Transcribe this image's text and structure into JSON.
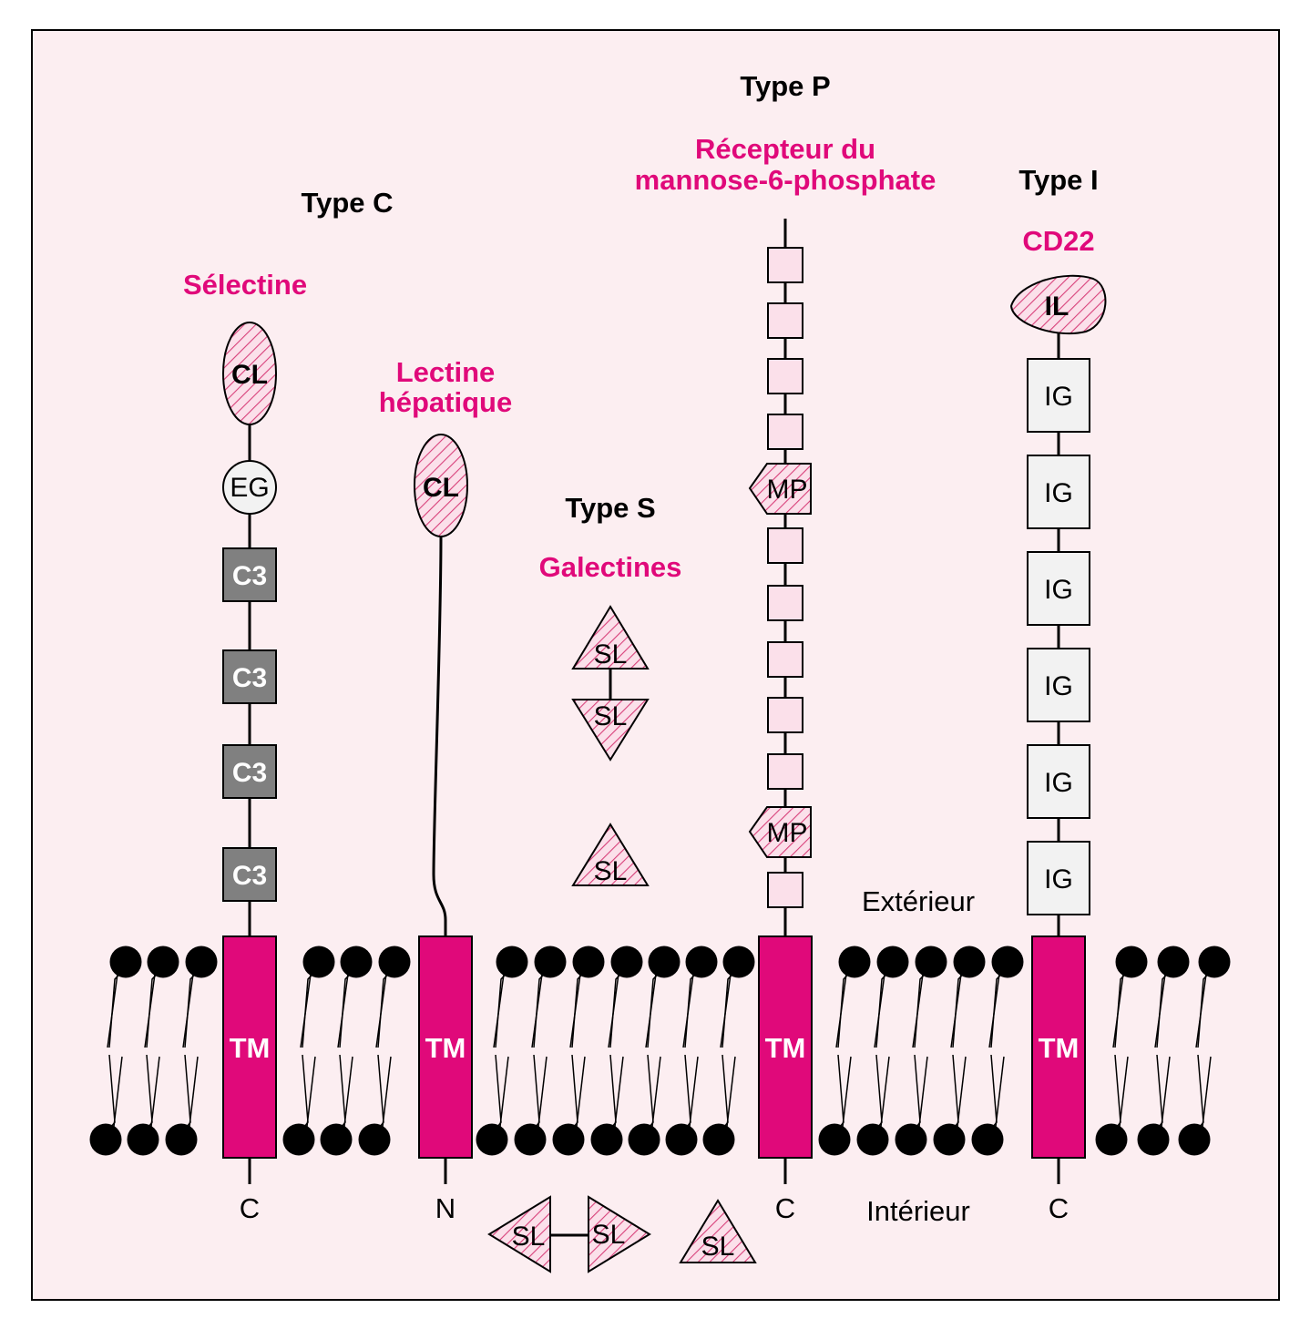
{
  "colors": {
    "background": "#fceef1",
    "accent": "#e0097a",
    "c3_fill": "#808080",
    "ig_fill": "#f2f2f2",
    "hatch": "#d8407a"
  },
  "selectin": {
    "type": "Type C",
    "name": "Sélectine",
    "cl": "CL",
    "eg": "EG",
    "c3": [
      "C3",
      "C3",
      "C3",
      "C3"
    ],
    "tm": "TM",
    "terminal": "C"
  },
  "hepatic": {
    "name_line1": "Lectine",
    "name_line2": "hépatique",
    "cl": "CL",
    "tm": "TM",
    "terminal": "N"
  },
  "galectins": {
    "type": "Type S",
    "name": "Galectines",
    "sl": "SL"
  },
  "m6p": {
    "type": "Type P",
    "name_line1": "Récepteur du",
    "name_line2": "mannose-6-phosphate",
    "mp": "MP",
    "tm": "TM",
    "terminal": "C"
  },
  "cd22": {
    "type": "Type I",
    "name": "CD22",
    "il": "IL",
    "ig": [
      "IG",
      "IG",
      "IG",
      "IG",
      "IG",
      "IG"
    ],
    "tm": "TM",
    "terminal": "C"
  },
  "labels": {
    "exterior": "Extérieur",
    "interior": "Intérieur"
  }
}
